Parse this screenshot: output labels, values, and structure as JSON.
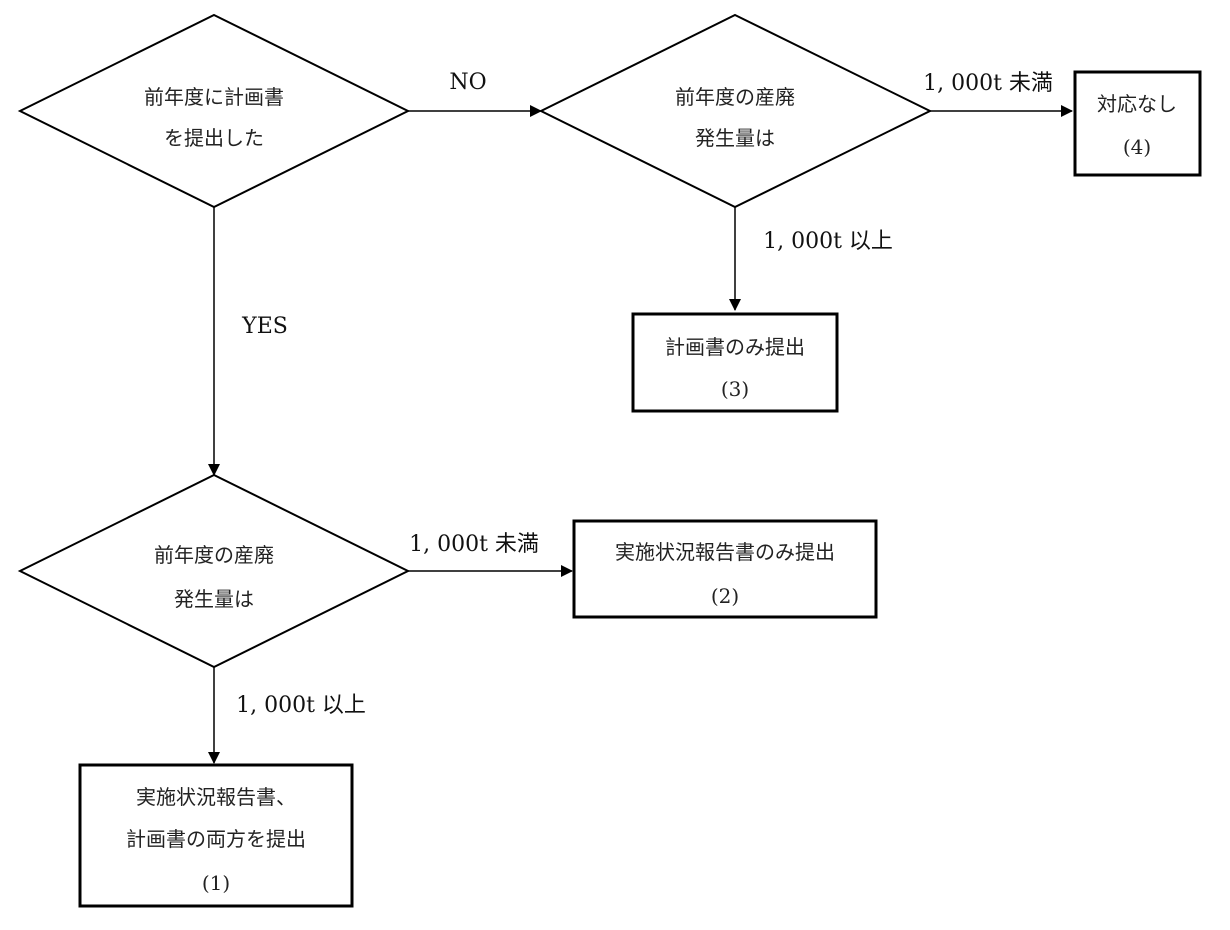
{
  "decisions": {
    "submitted_plan": {
      "line1": "前年度に計画書",
      "line2": "を提出した"
    },
    "waste_amount_no": {
      "line1": "前年度の産廃",
      "line2": "発生量は"
    },
    "waste_amount_yes": {
      "line1": "前年度の産廃",
      "line2": "発生量は"
    }
  },
  "outcomes": {
    "outcome_4": {
      "line1": "対応なし",
      "number": "(4)"
    },
    "outcome_3": {
      "line1": "計画書のみ提出",
      "number": "(3)"
    },
    "outcome_2": {
      "line1": "実施状況報告書のみ提出",
      "number": "(2)"
    },
    "outcome_1": {
      "line1": "実施状況報告書、",
      "line2": "計画書の両方を提出",
      "number": "(1)"
    }
  },
  "edges": {
    "no": "NO",
    "yes": "YES",
    "under_1000_top": "1, 000t 未満",
    "over_1000_top": "1, 000t 以上",
    "under_1000_bottom": "1, 000t 未満",
    "over_1000_bottom": "1, 000t 以上"
  }
}
